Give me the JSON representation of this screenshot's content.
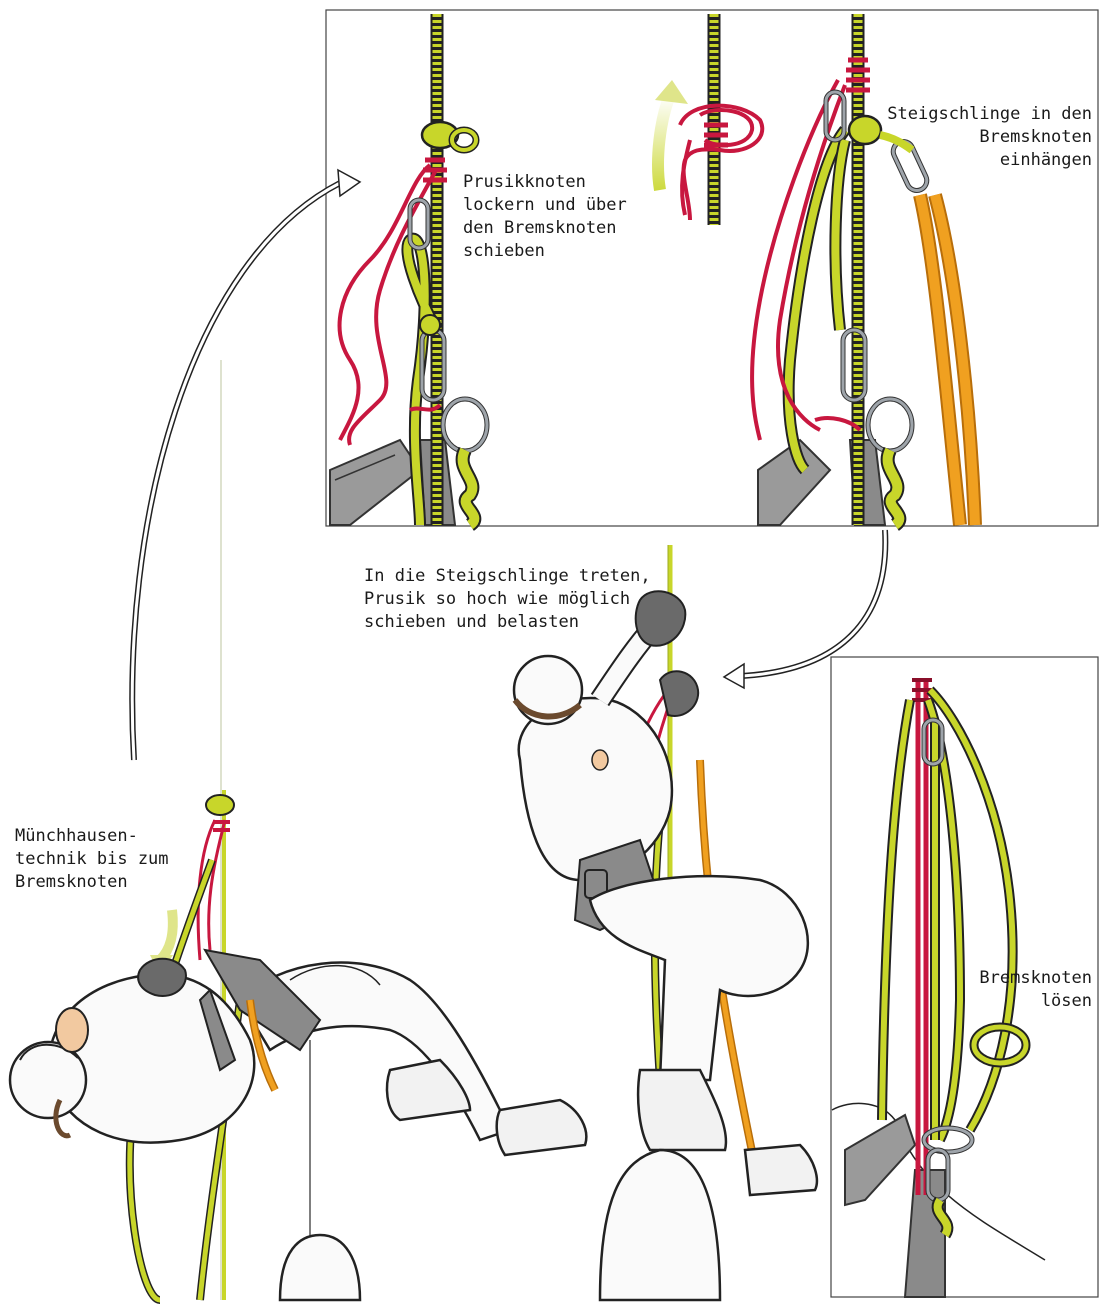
{
  "colors": {
    "rope": "#c8d62a",
    "rope_dark": "#5e6b10",
    "prusik": "#c8173f",
    "sling": "#f0a020",
    "metal": "#9ea4aa",
    "harness": "#8a8a8a",
    "outline": "#222222",
    "skin": "#f2c9a0",
    "hair": "#6b4a2e",
    "clothing": "#fafafa"
  },
  "captions": {
    "top_left_step": "Prusikknoten\nlockern und über\nden Bremsknoten\nschieben",
    "top_right_step": "Steigschlinge in den\nBremsknoten\neinhängen",
    "middle_step": "In die Steigschlinge treten,\nPrusik so hoch wie möglich\nschieben und belasten",
    "left_step": "Münchhausen-\ntechnik bis zum\nBremsknoten",
    "bottom_right_step": "Bremsknoten\nlösen"
  }
}
